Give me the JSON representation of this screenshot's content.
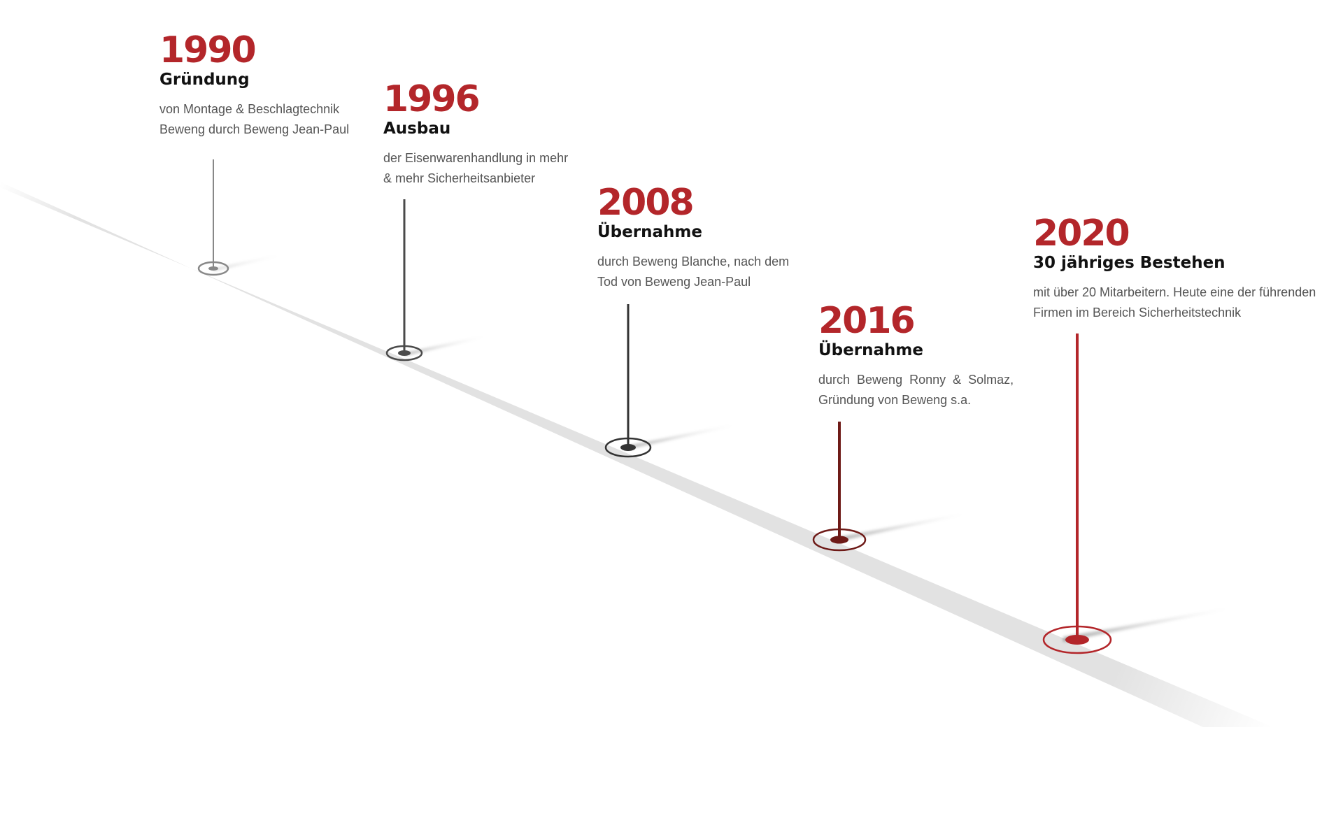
{
  "colors": {
    "brand_red": "#B3262A",
    "dark_red": "#6E1A17",
    "gray_light": "#888888",
    "gray_mid": "#4A4A4A",
    "gray_dark": "#333333",
    "road": "#E2E2E2"
  },
  "milestones": [
    {
      "year": "1990",
      "title": "Gründung",
      "desc": [
        "von Montage & Beschlagtechnik",
        "Beweng durch Beweng Jean-Paul"
      ]
    },
    {
      "year": "1996",
      "title": "Ausbau",
      "desc": [
        "der Eisenwarenhandlung in mehr",
        "& mehr Sicherheitsanbieter"
      ]
    },
    {
      "year": "2008",
      "title": "Übernahme",
      "desc": [
        "durch Beweng Blanche, nach dem",
        "Tod von Beweng Jean-Paul"
      ]
    },
    {
      "year": "2016",
      "title": "Übernahme",
      "desc": [
        "durch  Beweng  Ronny  &  Solmaz,",
        "Gründung von Beweng s.a."
      ]
    },
    {
      "year": "2020",
      "title": "30 jähriges Bestehen",
      "desc": [
        "mit über 20 Mitarbeitern. Heute eine der führenden",
        "Firmen im Bereich Sicherheitstechnik"
      ]
    }
  ]
}
